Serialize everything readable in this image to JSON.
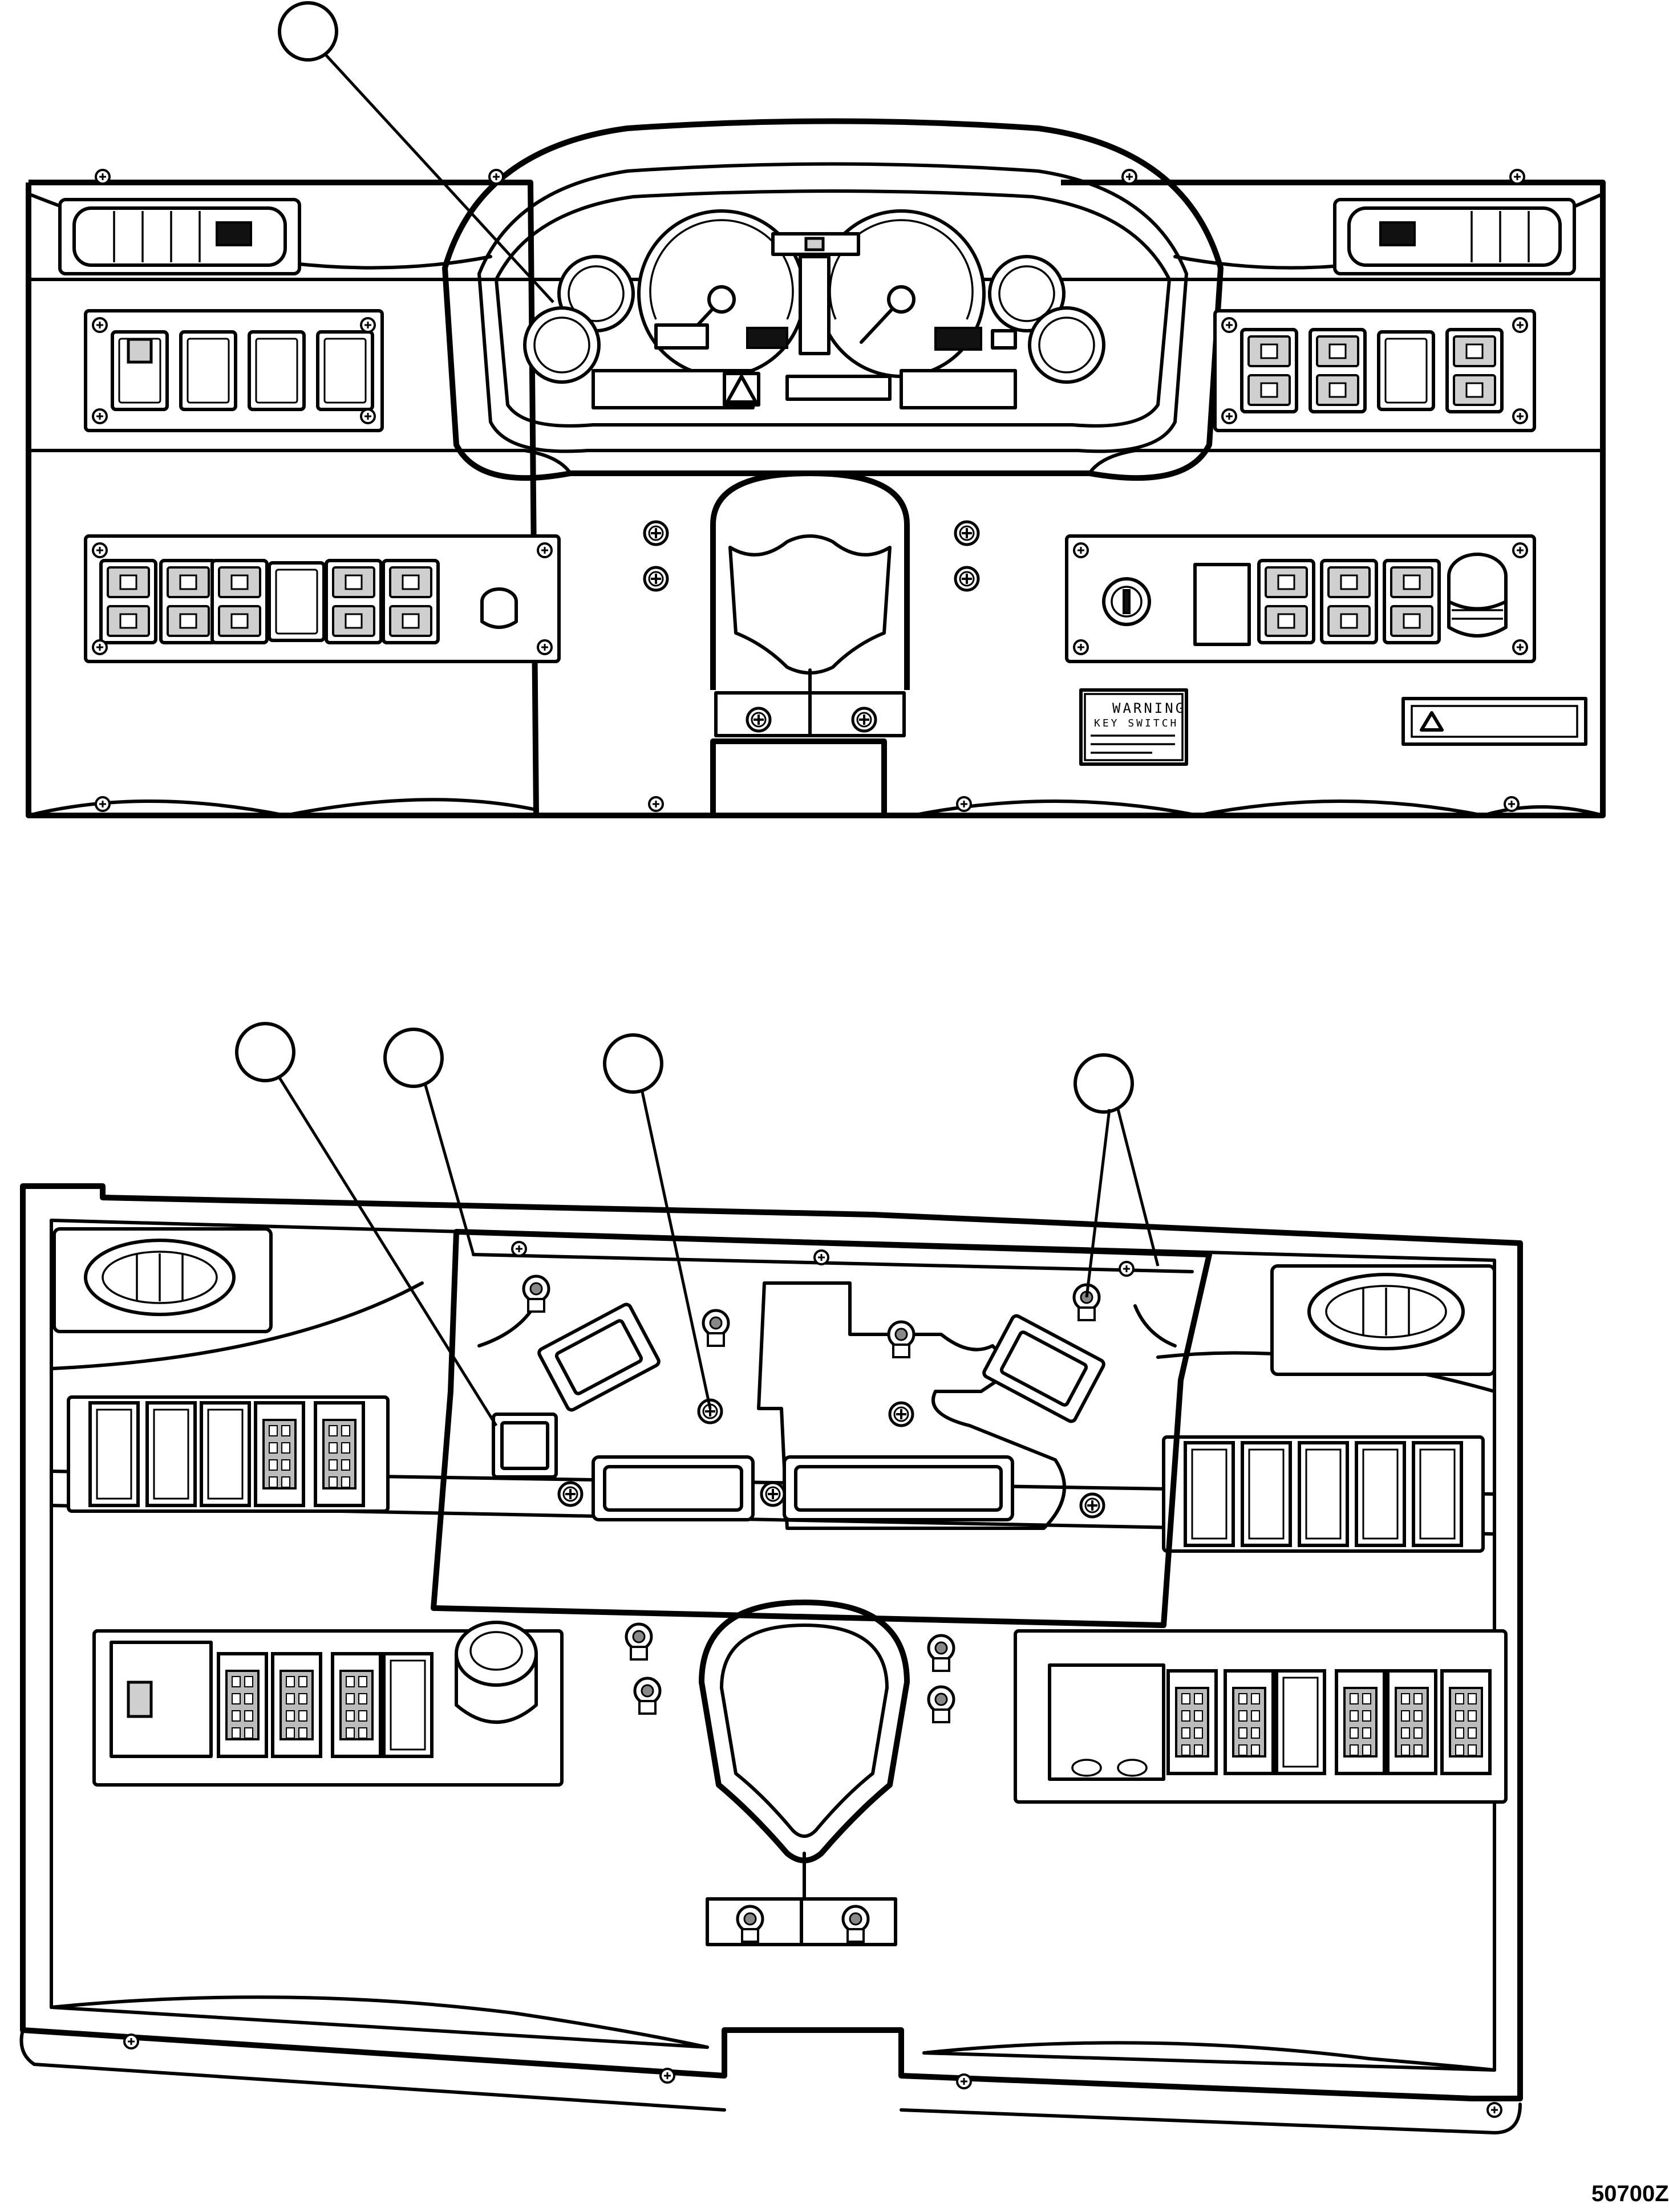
{
  "figure": {
    "figure_code": "50700Z"
  },
  "warning_label": {
    "title": "WARNING",
    "line1": "KEY SWITCH"
  },
  "callouts": [
    {
      "id": "callout-1",
      "label": ""
    },
    {
      "id": "callout-2",
      "label": ""
    },
    {
      "id": "callout-3",
      "label": ""
    },
    {
      "id": "callout-4",
      "label": ""
    },
    {
      "id": "callout-5",
      "label": ""
    }
  ],
  "icons": [
    "screw-icon",
    "warning-triangle-icon",
    "key-switch-icon",
    "emergency-stop-button-icon",
    "gauge-icon",
    "rocker-switch-icon",
    "air-vent-icon"
  ]
}
